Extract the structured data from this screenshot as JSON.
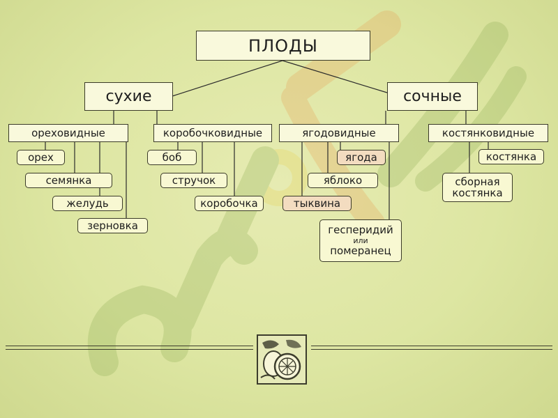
{
  "title": "ПЛОДЫ",
  "categories": {
    "dry": {
      "label": "сухие",
      "groups": {
        "nut_like": {
          "label": "ореховидные",
          "items": [
            "орех",
            "семянка",
            "желудь",
            "зерновка"
          ]
        },
        "capsule_like": {
          "label": "коробочковидные",
          "items": [
            "боб",
            "стручок",
            "коробочка"
          ]
        }
      }
    },
    "juicy": {
      "label": "сочные",
      "groups": {
        "berry_like": {
          "label": "ягодовидные",
          "items": [
            "ягода",
            "яблоко",
            "тыквина"
          ],
          "hesperidium": {
            "line1": "гесперидий",
            "line2": "или",
            "line3": "померанец"
          }
        },
        "drupe_like": {
          "label": "костянковидные",
          "items": [
            "костянка"
          ],
          "compound": {
            "line1": "сборная",
            "line2": "костянка"
          }
        }
      }
    }
  },
  "colors": {
    "accent_tint": "#f3dcc0",
    "watermark_green": "#8fae55",
    "watermark_orange": "#e8a055"
  },
  "icons": {
    "emblem": "lemon-slice-icon"
  }
}
